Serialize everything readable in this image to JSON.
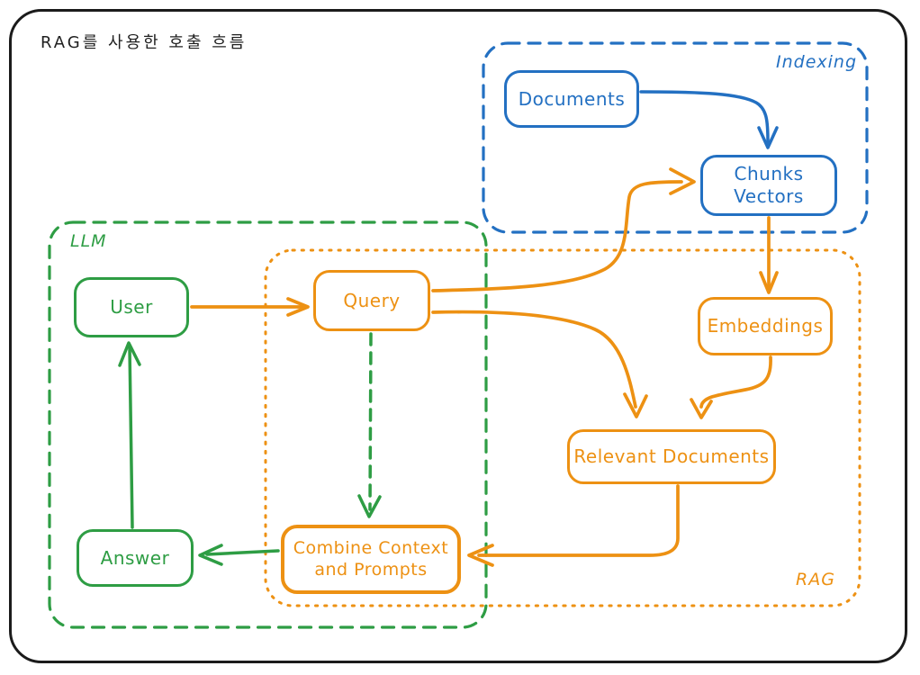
{
  "title": "RAG를 사용한 호출 흐름",
  "colors": {
    "blue": "#2370c2",
    "green": "#2e9d44",
    "orange": "#ed9113",
    "frame": "#1b1b1b",
    "background": "#ffffff"
  },
  "groups": {
    "indexing": {
      "label": "Indexing",
      "style": "dashed",
      "color": "#2370c2"
    },
    "llm": {
      "label": "LLM",
      "style": "dashed",
      "color": "#2e9d44"
    },
    "rag": {
      "label": "RAG",
      "style": "dotted",
      "color": "#ed9113"
    }
  },
  "nodes": {
    "documents": {
      "label": "Documents",
      "group": "indexing"
    },
    "chunks_vectors": {
      "line1": "Chunks",
      "line2": "Vectors",
      "group": "indexing"
    },
    "user": {
      "label": "User",
      "group": "llm"
    },
    "query": {
      "label": "Query",
      "group": "rag"
    },
    "embeddings": {
      "label": "Embeddings",
      "group": "rag"
    },
    "relevant_documents": {
      "label": "Relevant Documents",
      "group": "rag"
    },
    "combine_context": {
      "line1": "Combine Context",
      "line2": "and Prompts",
      "group": "rag"
    },
    "answer": {
      "label": "Answer",
      "group": "llm"
    }
  },
  "edges": [
    {
      "from": "documents",
      "to": "chunks_vectors",
      "color": "blue",
      "style": "solid"
    },
    {
      "from": "user",
      "to": "query",
      "color": "orange",
      "style": "solid"
    },
    {
      "from": "query",
      "to": "chunks_vectors",
      "color": "orange",
      "style": "solid"
    },
    {
      "from": "chunks_vectors",
      "to": "embeddings",
      "color": "orange",
      "style": "solid"
    },
    {
      "from": "embeddings",
      "to": "relevant_documents",
      "color": "orange",
      "style": "solid"
    },
    {
      "from": "query",
      "to": "relevant_documents",
      "color": "orange",
      "style": "solid"
    },
    {
      "from": "relevant_documents",
      "to": "combine_context",
      "color": "orange",
      "style": "solid"
    },
    {
      "from": "query",
      "to": "combine_context",
      "color": "green",
      "style": "dashed"
    },
    {
      "from": "combine_context",
      "to": "answer",
      "color": "green",
      "style": "solid"
    },
    {
      "from": "answer",
      "to": "user",
      "color": "green",
      "style": "solid"
    }
  ]
}
